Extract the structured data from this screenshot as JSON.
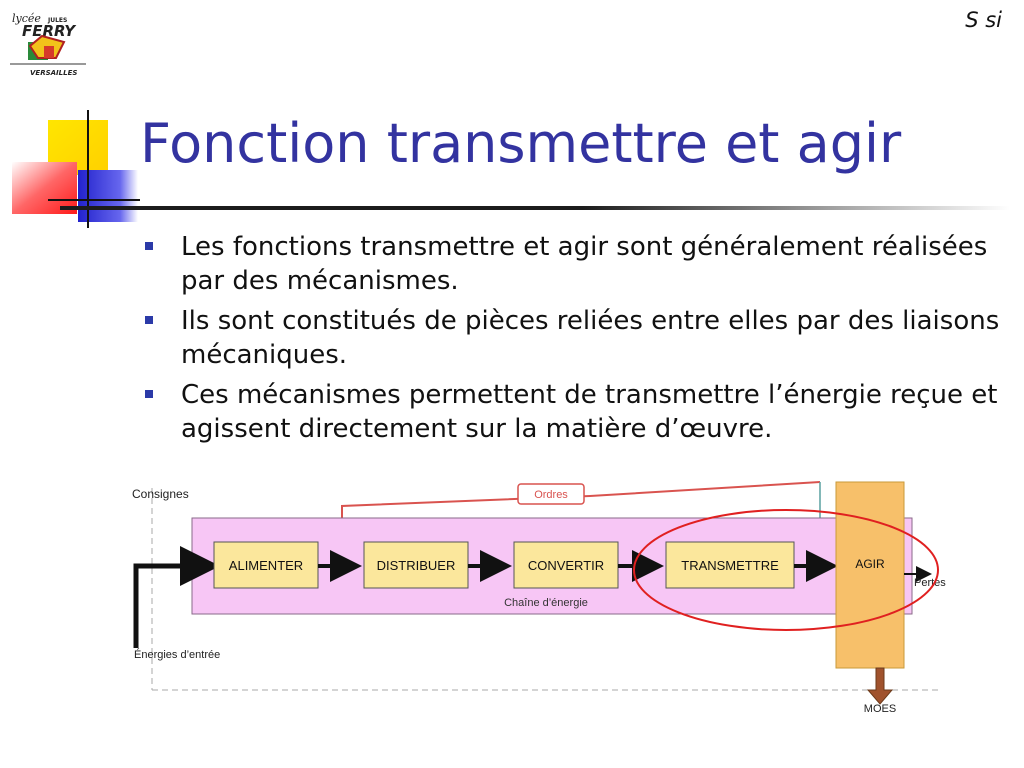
{
  "header": {
    "logo": {
      "line1": "lycée",
      "line2": "JULES",
      "line3": "FERRY",
      "line4": "VERSAILLES"
    },
    "corner_label": "S si"
  },
  "slide": {
    "title": "Fonction transmettre et agir",
    "bullets": [
      {
        "text": "Les fonctions transmettre et agir sont généralement réalisées par des mécanismes."
      },
      {
        "text": "Ils sont constitués de pièces reliées entre elles par des liaisons mécaniques."
      },
      {
        "text": "Ces mécanismes permettent de transmettre l’énergie reçue et agissent directement sur la matière d’œuvre."
      }
    ]
  },
  "diagram": {
    "consignes": "Consignes",
    "ordres": "Ordres",
    "chain_label": "Chaîne d’énergie",
    "energies_label": "Énergies d’entrée",
    "pertes_label": "Pertes",
    "moes_label": "MOES",
    "blocks": [
      {
        "label": "ALIMENTER"
      },
      {
        "label": "DISTRIBUER"
      },
      {
        "label": "CONVERTIR"
      },
      {
        "label": "TRANSMETTRE"
      }
    ],
    "agir_label": "AGIR",
    "colors": {
      "chain_fill": "#f7c6f5",
      "block_fill": "#fbe79c",
      "agir_fill": "#f7c06a",
      "ordres_line": "#d9534f",
      "highlight": "#e02020",
      "title": "#3333a0",
      "bullet": "#2b3aa8"
    }
  }
}
